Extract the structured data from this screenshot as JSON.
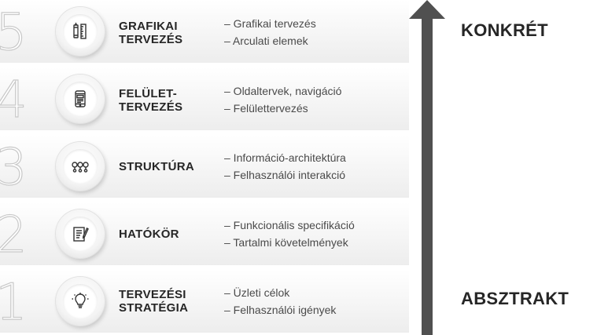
{
  "levels": [
    {
      "number": "5",
      "title_lines": [
        "GRAFIKAI",
        "TERVEZÉS"
      ],
      "icon": "pencil-ruler-icon",
      "items": [
        "– Grafikai tervezés",
        "– Arculati elemek"
      ]
    },
    {
      "number": "4",
      "title_lines": [
        "FELÜLET-",
        "TERVEZÉS"
      ],
      "icon": "mobile-wireframe-icon",
      "items": [
        "– Oldaltervek, navigáció",
        "– Felülettervezés"
      ]
    },
    {
      "number": "3",
      "title_lines": [
        "STRUKTÚRA"
      ],
      "icon": "structure-nodes-icon",
      "items": [
        "– Információ-architektúra",
        "– Felhasználói interakció"
      ]
    },
    {
      "number": "2",
      "title_lines": [
        "HATÓKÖR"
      ],
      "icon": "document-pen-icon",
      "items": [
        "– Funkcionális specifikáció",
        "– Tartalmi követelmények"
      ]
    },
    {
      "number": "1",
      "title_lines": [
        "TERVEZÉSI",
        "STRATÉGIA"
      ],
      "icon": "lightbulb-icon",
      "items": [
        "– Üzleti célok",
        "– Felhasználói igények"
      ]
    }
  ],
  "axis": {
    "top_label": "KONKRÉT",
    "bottom_label": "ABSZTRAKT"
  },
  "colors": {
    "arrow": "#505050",
    "text_dark": "#262626",
    "text_body": "#4a4a4a",
    "number_outline": "#c8c8c8"
  }
}
